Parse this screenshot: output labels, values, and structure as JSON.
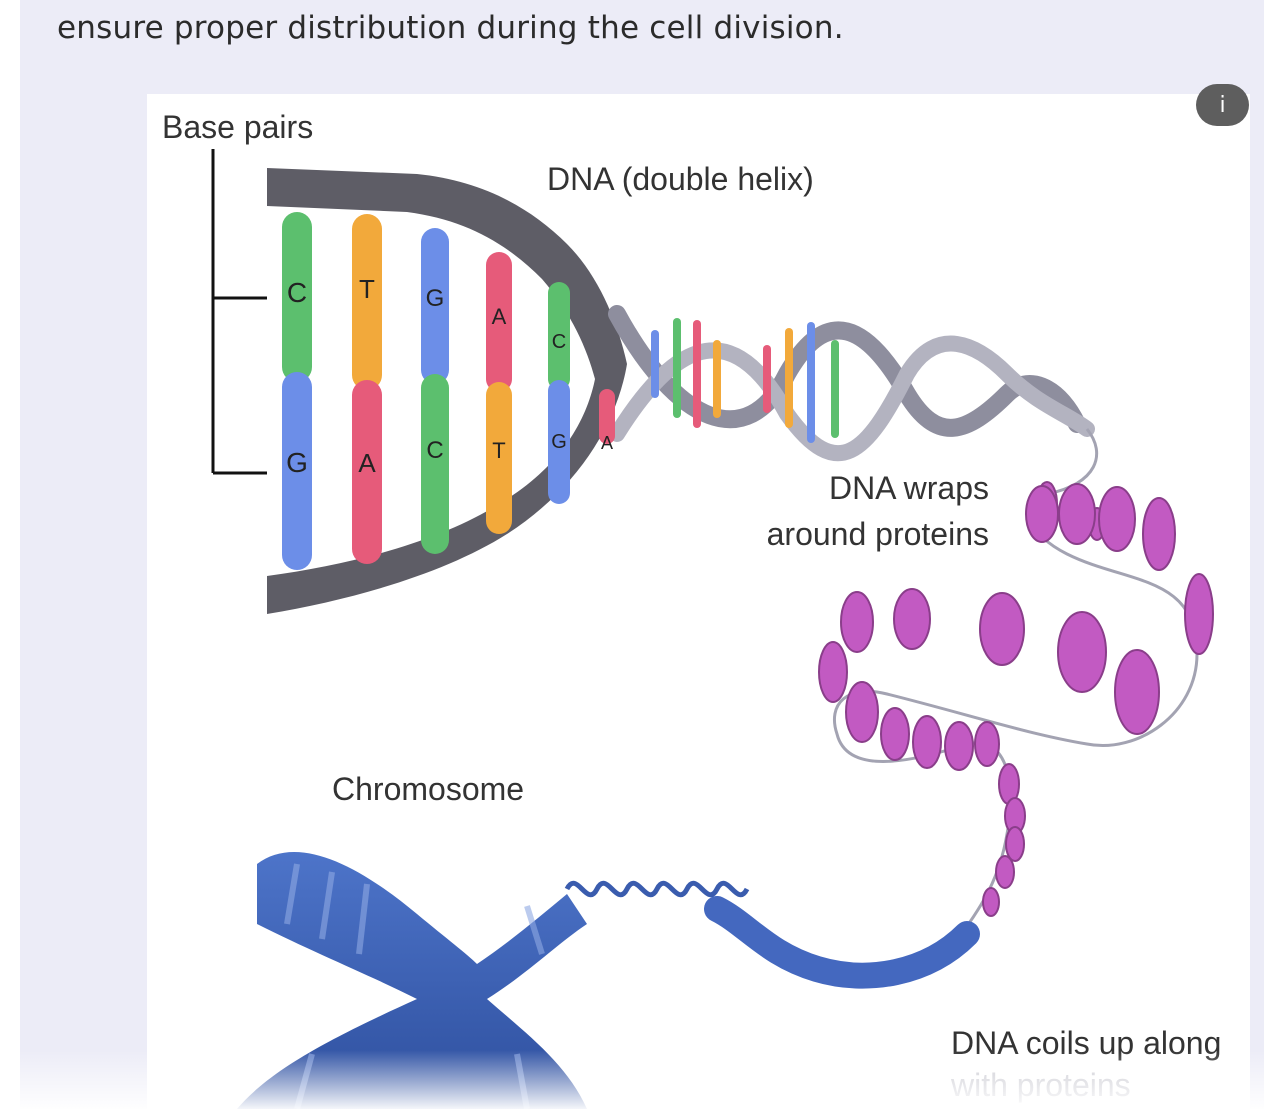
{
  "intro": {
    "text": "ensure proper distribution during the cell division."
  },
  "info_button": {
    "label": "i"
  },
  "figure": {
    "labels": {
      "base_pairs": "Base pairs",
      "double_helix": "DNA (double helix)",
      "wraps_1": "DNA wraps",
      "wraps_2": "around proteins",
      "chromosome": "Chromosome",
      "coils_1": "DNA coils up along",
      "coils_2": "with proteins"
    },
    "base_pairs": [
      {
        "top": "C",
        "bottom": "G"
      },
      {
        "top": "T",
        "bottom": "A"
      },
      {
        "top": "G",
        "bottom": "C"
      },
      {
        "top": "A",
        "bottom": "T"
      },
      {
        "top": "C",
        "bottom": "G"
      },
      {
        "top": "",
        "bottom": "A"
      }
    ],
    "colors": {
      "C": "#5cbf6e",
      "G": "#6c8ee8",
      "T": "#f2a93b",
      "A": "#e65b7a",
      "backbone": "#5e5d66",
      "backbone_light": "#a3a3b2",
      "nucleosome": "#c25ac2",
      "chromosome": "#3f63b8"
    }
  }
}
